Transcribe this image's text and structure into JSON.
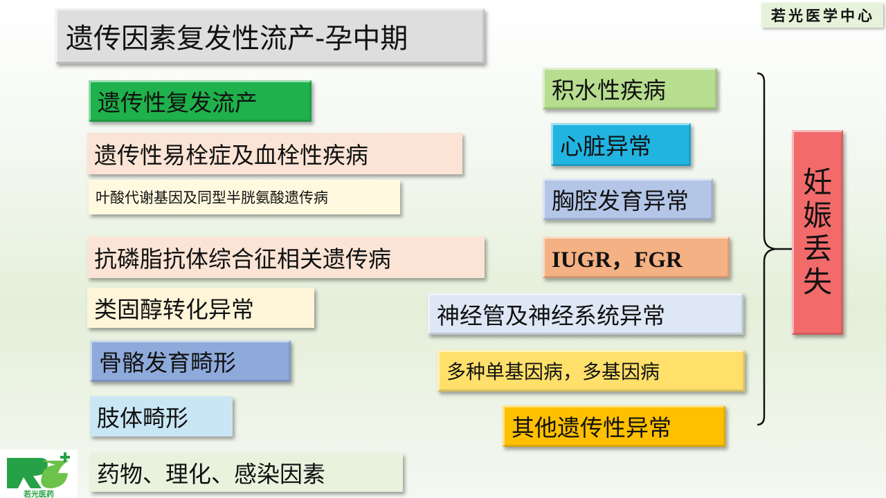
{
  "badge": "若光医学中心",
  "title": "遗传因素复发性流产-孕中期",
  "left_items": [
    "遗传性复发流产",
    "遗传性易栓症及血栓性疾病",
    "叶酸代谢基因及同型半胱氨酸遗传病",
    "抗磷脂抗体综合征相关遗传病",
    "类固醇转化异常",
    "骨骼发育畸形",
    "肢体畸形",
    "药物、理化、感染因素"
  ],
  "right_items": [
    "积水性疾病",
    "心脏异常",
    "胸腔发育异常",
    "IUGR，FGR",
    "神经管及神经系统异常",
    "多种单基因病，多基因病",
    "其他遗传性异常"
  ],
  "outcome": "妊娠丢失",
  "logo": {
    "mark": "RG",
    "text": "若光医药"
  },
  "colors": {
    "green": "#1fb14b",
    "peach": "#fbe4d5",
    "cream": "#fff9e0",
    "blue": "#8eaadb",
    "lightblue": "#c9e6f5",
    "lightgreen": "#e8f2dd",
    "olive": "#b7dd8f",
    "cyan": "#21b4e0",
    "periwinkle": "#b4c6e7",
    "orange": "#f4b183",
    "paleblue": "#dde7f5",
    "yellow": "#ffe06a",
    "gold": "#ffc000",
    "red": "#f26a6a"
  }
}
